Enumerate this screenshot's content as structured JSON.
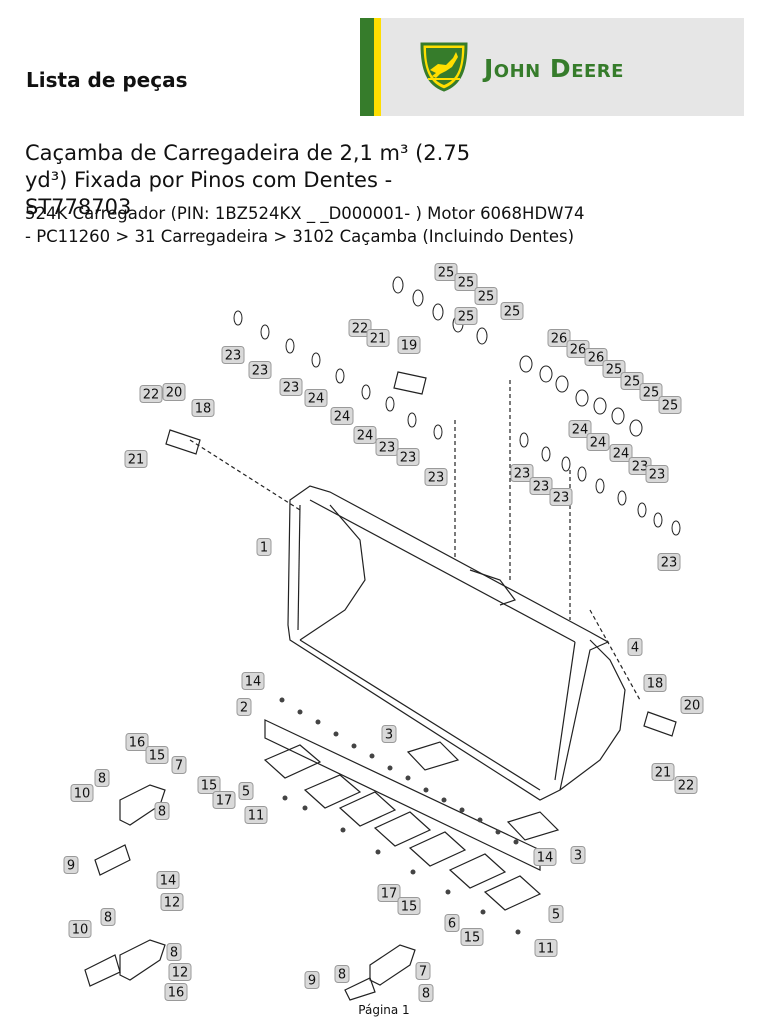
{
  "header": {
    "label": "Lista de peças"
  },
  "brand": {
    "wordmark": "John Deere",
    "colors": {
      "green": "#367c2b",
      "yellow": "#ffde00"
    }
  },
  "document": {
    "title": "Caçamba de Carregadeira de 2,1 m³ (2.75 yd³) Fixada por Pinos com Dentes - ST778703",
    "subtitle": "524K Carregador (PIN: 1BZ524KX _ _D000001- ) Motor 6068HDW74 - PC11260 > 31 Carregadeira > 3102 Caçamba (Incluindo Dentes)"
  },
  "diagram": {
    "callouts": [
      "25",
      "25",
      "25",
      "25",
      "25",
      "22",
      "21",
      "19",
      "23",
      "23",
      "23",
      "24",
      "24",
      "24",
      "23",
      "23",
      "23",
      "22",
      "20",
      "18",
      "21",
      "26",
      "26",
      "26",
      "25",
      "25",
      "25",
      "25",
      "24",
      "24",
      "24",
      "23",
      "23",
      "23",
      "23",
      "23",
      "23",
      "1",
      "4",
      "14",
      "2",
      "3",
      "18",
      "20",
      "21",
      "22",
      "16",
      "15",
      "7",
      "8",
      "10",
      "15",
      "17",
      "5",
      "8",
      "11",
      "14",
      "3",
      "9",
      "14",
      "12",
      "17",
      "15",
      "8",
      "10",
      "6",
      "8",
      "12",
      "15",
      "16",
      "11",
      "5",
      "9",
      "8",
      "7",
      "8"
    ]
  },
  "footer": {
    "page": "Página 1"
  }
}
